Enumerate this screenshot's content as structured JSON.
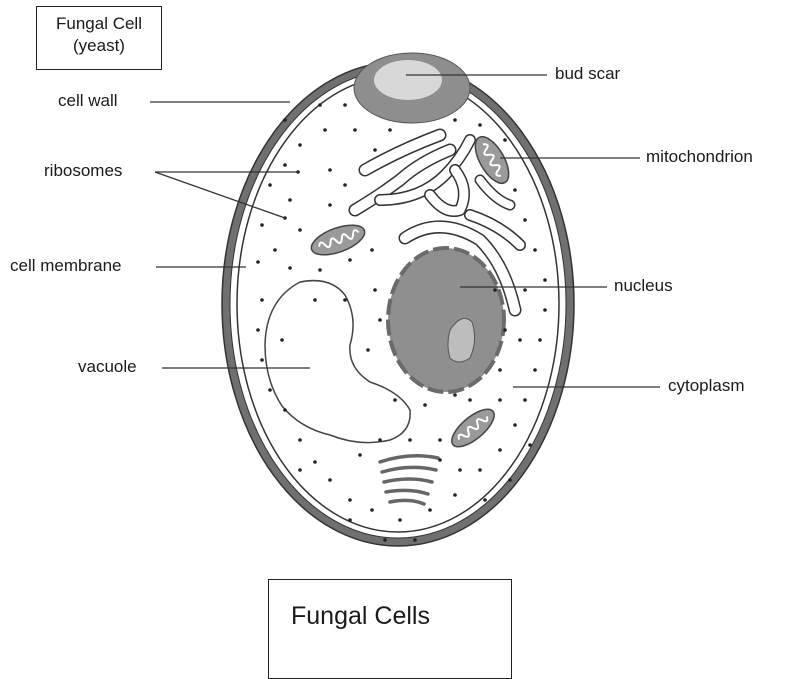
{
  "title": {
    "line1": "Fungal Cell",
    "line2": "(yeast)"
  },
  "footer_title": "Fungal Cells",
  "labels": {
    "bud_scar": "bud scar",
    "cell_wall": "cell wall",
    "mitochondrion": "mitochondrion",
    "ribosomes": "ribosomes",
    "cell_membrane": "cell membrane",
    "nucleus": "nucleus",
    "vacuole": "vacuole",
    "cytoplasm": "cytoplasm"
  },
  "colors": {
    "cell_wall": "#6e6e6e",
    "organelle_fill": "#9a9a9a",
    "bud_scar_inner": "#d6d6d6",
    "outline": "#444444"
  }
}
